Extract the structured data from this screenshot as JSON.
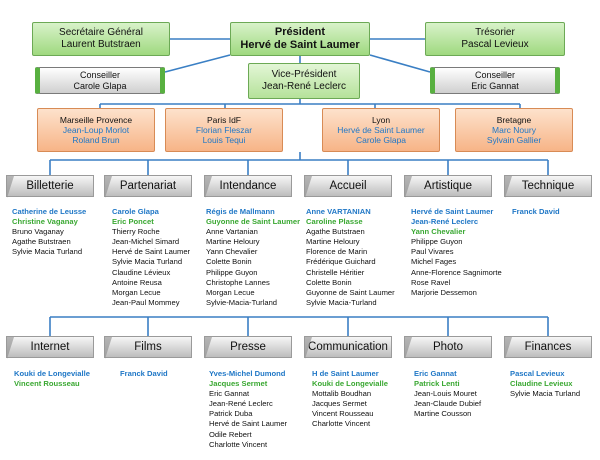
{
  "top": {
    "secretaire": {
      "title": "Secrétaire Général",
      "name": "Laurent Butstraen"
    },
    "president": {
      "title": "Président",
      "name": "Hervé de Saint Laumer"
    },
    "tresorier": {
      "title": "Trésorier",
      "name": "Pascal Levieux"
    },
    "conseiller_left": {
      "title": "Conseiller",
      "name": "Carole Glapa"
    },
    "vice_president": {
      "title": "Vice-Président",
      "name": "Jean-René Leclerc"
    },
    "conseiller_right": {
      "title": "Conseiller",
      "name": "Eric Gannat"
    }
  },
  "regions": [
    {
      "title": "Marseille Provence",
      "names": [
        "Jean-Loup Morlot",
        "Roland Brun"
      ]
    },
    {
      "title": "Paris IdF",
      "names": [
        "Florian Fleszar",
        "Louis Tequi"
      ]
    },
    {
      "title": "Lyon",
      "names": [
        "Hervé de Saint Laumer",
        "Carole Glapa"
      ]
    },
    {
      "title": "Bretagne",
      "names": [
        "Marc Noury",
        "Sylvain Gallier"
      ]
    }
  ],
  "row1": [
    {
      "label": "Billetterie",
      "members": [
        {
          "t": "Catherine de Leusse",
          "c": "blue"
        },
        {
          "t": "Christine Vaganay",
          "c": "green"
        },
        {
          "t": "Bruno Vaganay",
          "c": "black"
        },
        {
          "t": "Agathe Butstraen",
          "c": "black"
        },
        {
          "t": "Sylvie Macia Turland",
          "c": "black"
        }
      ]
    },
    {
      "label": "Partenariat",
      "members": [
        {
          "t": "Carole Glapa",
          "c": "blue"
        },
        {
          "t": "Eric Poncet",
          "c": "green"
        },
        {
          "t": "Thierry Roche",
          "c": "black"
        },
        {
          "t": "Jean-Michel Simard",
          "c": "black"
        },
        {
          "t": "Hervé de Saint Laumer",
          "c": "black"
        },
        {
          "t": "Sylvie Macia Turland",
          "c": "black"
        },
        {
          "t": "Claudine Lévieux",
          "c": "black"
        },
        {
          "t": "Antoine Reusa",
          "c": "black"
        },
        {
          "t": "Morgan Lecue",
          "c": "black"
        },
        {
          "t": "Jean-Paul Mommey",
          "c": "black"
        }
      ]
    },
    {
      "label": "Intendance",
      "members": [
        {
          "t": "Régis de Mallmann",
          "c": "blue"
        },
        {
          "t": "Guyonne de Saint Laumer",
          "c": "green"
        },
        {
          "t": "Anne Vartanian",
          "c": "black"
        },
        {
          "t": "Martine Heloury",
          "c": "black"
        },
        {
          "t": "Yann Chevalier",
          "c": "black"
        },
        {
          "t": "Colette Bonin",
          "c": "black"
        },
        {
          "t": "Philippe Guyon",
          "c": "black"
        },
        {
          "t": "Christophe Lannes",
          "c": "black"
        },
        {
          "t": "Morgan Lecue",
          "c": "black"
        },
        {
          "t": "Sylvie-Macia-Turland",
          "c": "black"
        }
      ]
    },
    {
      "label": "Accueil",
      "members": [
        {
          "t": "Anne VARTANIAN",
          "c": "blue"
        },
        {
          "t": "Caroline Plasse",
          "c": "green"
        },
        {
          "t": "Agathe Butstraen",
          "c": "black"
        },
        {
          "t": "Martine Heloury",
          "c": "black"
        },
        {
          "t": "Florence de Marin",
          "c": "black"
        },
        {
          "t": "Frédérique Guichard",
          "c": "black"
        },
        {
          "t": "Christelle Héritier",
          "c": "black"
        },
        {
          "t": "Colette Bonin",
          "c": "black"
        },
        {
          "t": "Guyonne de Saint Laumer",
          "c": "black"
        },
        {
          "t": "Sylvie Macia-Turland",
          "c": "black"
        }
      ]
    },
    {
      "label": "Artistique",
      "members": [
        {
          "t": "Hervé  de Saint Laumer",
          "c": "blue"
        },
        {
          "t": "Jean-René Leclerc",
          "c": "blue"
        },
        {
          "t": "Yann Chevalier",
          "c": "green"
        },
        {
          "t": "Philippe Guyon",
          "c": "black"
        },
        {
          "t": "Paul Vivares",
          "c": "black"
        },
        {
          "t": "Michel Fages",
          "c": "black"
        },
        {
          "t": "Anne-Florence Sagnimorte",
          "c": "black"
        },
        {
          "t": "Rose Ravel",
          "c": "black"
        },
        {
          "t": "Marjorie Dessemon",
          "c": "black"
        }
      ]
    },
    {
      "label": "Technique",
      "members": [
        {
          "t": "Franck David",
          "c": "blue"
        }
      ]
    }
  ],
  "row2": [
    {
      "label": "Internet",
      "members": [
        {
          "t": "Kouki de Longevialle",
          "c": "blue"
        },
        {
          "t": "Vincent Rousseau",
          "c": "green"
        }
      ]
    },
    {
      "label": "Films",
      "members": [
        {
          "t": "Franck David",
          "c": "blue"
        }
      ]
    },
    {
      "label": "Presse",
      "members": [
        {
          "t": "Yves-Michel Dumond",
          "c": "blue"
        },
        {
          "t": "Jacques Sermet",
          "c": "green"
        },
        {
          "t": "Eric Gannat",
          "c": "black"
        },
        {
          "t": "Jean-René Leclerc",
          "c": "black"
        },
        {
          "t": "Patrick Duba",
          "c": "black"
        },
        {
          "t": "Hervé de Saint Laumer",
          "c": "black"
        },
        {
          "t": "Odile Rebert",
          "c": "black"
        },
        {
          "t": "Charlotte Vincent",
          "c": "black"
        }
      ]
    },
    {
      "label": "Communication",
      "members": [
        {
          "t": "H de Saint Laumer",
          "c": "blue"
        },
        {
          "t": "Kouki de Longevialle",
          "c": "green"
        },
        {
          "t": "Mottalib Boudhan",
          "c": "black"
        },
        {
          "t": "Jacques Sermet",
          "c": "black"
        },
        {
          "t": "Vincent Rousseau",
          "c": "black"
        },
        {
          "t": "Charlotte Vincent",
          "c": "black"
        }
      ]
    },
    {
      "label": "Photo",
      "members": [
        {
          "t": "Eric Gannat",
          "c": "blue"
        },
        {
          "t": "Patrick Lenti",
          "c": "green"
        },
        {
          "t": "Jean-Louis Mouret",
          "c": "black"
        },
        {
          "t": "Jean-Claude Dubief",
          "c": "black"
        },
        {
          "t": "Martine Cousson",
          "c": "black"
        }
      ]
    },
    {
      "label": "Finances",
      "members": [
        {
          "t": "Pascal Levieux",
          "c": "blue"
        },
        {
          "t": "Claudine Levieux",
          "c": "green"
        },
        {
          "t": "Sylvie Macia Turland",
          "c": "black"
        }
      ]
    }
  ]
}
